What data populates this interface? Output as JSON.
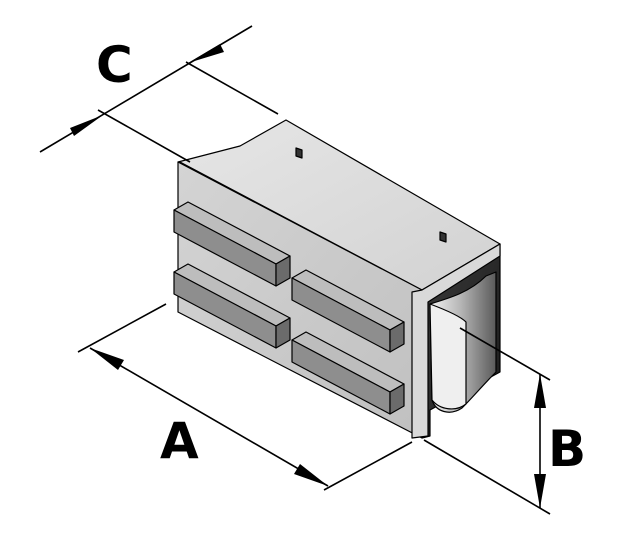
{
  "dimensions": {
    "a_label": "A",
    "b_label": "B",
    "c_label": "C"
  },
  "colors": {
    "background": "#ffffff",
    "top_face": "#dedede",
    "front_face": "#c9c9c9",
    "side_face": "#8a8a8a",
    "rib_top": "#bcbcbc",
    "rib_front": "#8c8c8c",
    "rib_end": "#6e6e6e",
    "lines": "#000000"
  }
}
